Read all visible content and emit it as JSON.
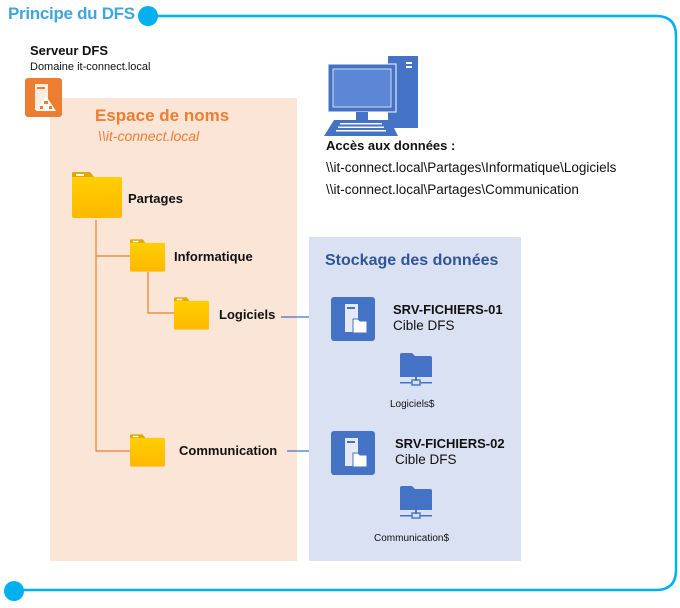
{
  "title": "Principe du DFS",
  "dfs_server": {
    "title": "Serveur DFS",
    "subtitle": "Domaine it-connect.local",
    "icon": "dfs-server-icon"
  },
  "namespace": {
    "title": "Espace de noms",
    "path": "\\\\it-connect.local",
    "folders": [
      {
        "label": "Partages",
        "level": 0
      },
      {
        "label": "Informatique",
        "level": 1
      },
      {
        "label": "Logiciels",
        "level": 2
      },
      {
        "label": "Communication",
        "level": 1
      }
    ]
  },
  "access": {
    "icon": "computer-icon",
    "title": "Accès aux données :",
    "paths": [
      "\\\\it-connect.local\\Partages\\Informatique\\Logiciels",
      "\\\\it-connect.local\\Partages\\Communication"
    ]
  },
  "storage": {
    "title": "Stockage des données",
    "servers": [
      {
        "name": "SRV-FICHIERS-01",
        "role": "Cible DFS",
        "share": "Logiciels$"
      },
      {
        "name": "SRV-FICHIERS-02",
        "role": "Cible DFS",
        "share": "Communication$"
      }
    ]
  },
  "colors": {
    "frame": "#00b0f0",
    "title": "#3ea6dc",
    "namespace_bg": "#fbe5d6",
    "namespace_accent": "#ed7d31",
    "storage_bg": "#dae1f3",
    "storage_accent": "#2f5597",
    "icon_blue": "#4472c4",
    "folder_yellow": "#ffc000"
  }
}
